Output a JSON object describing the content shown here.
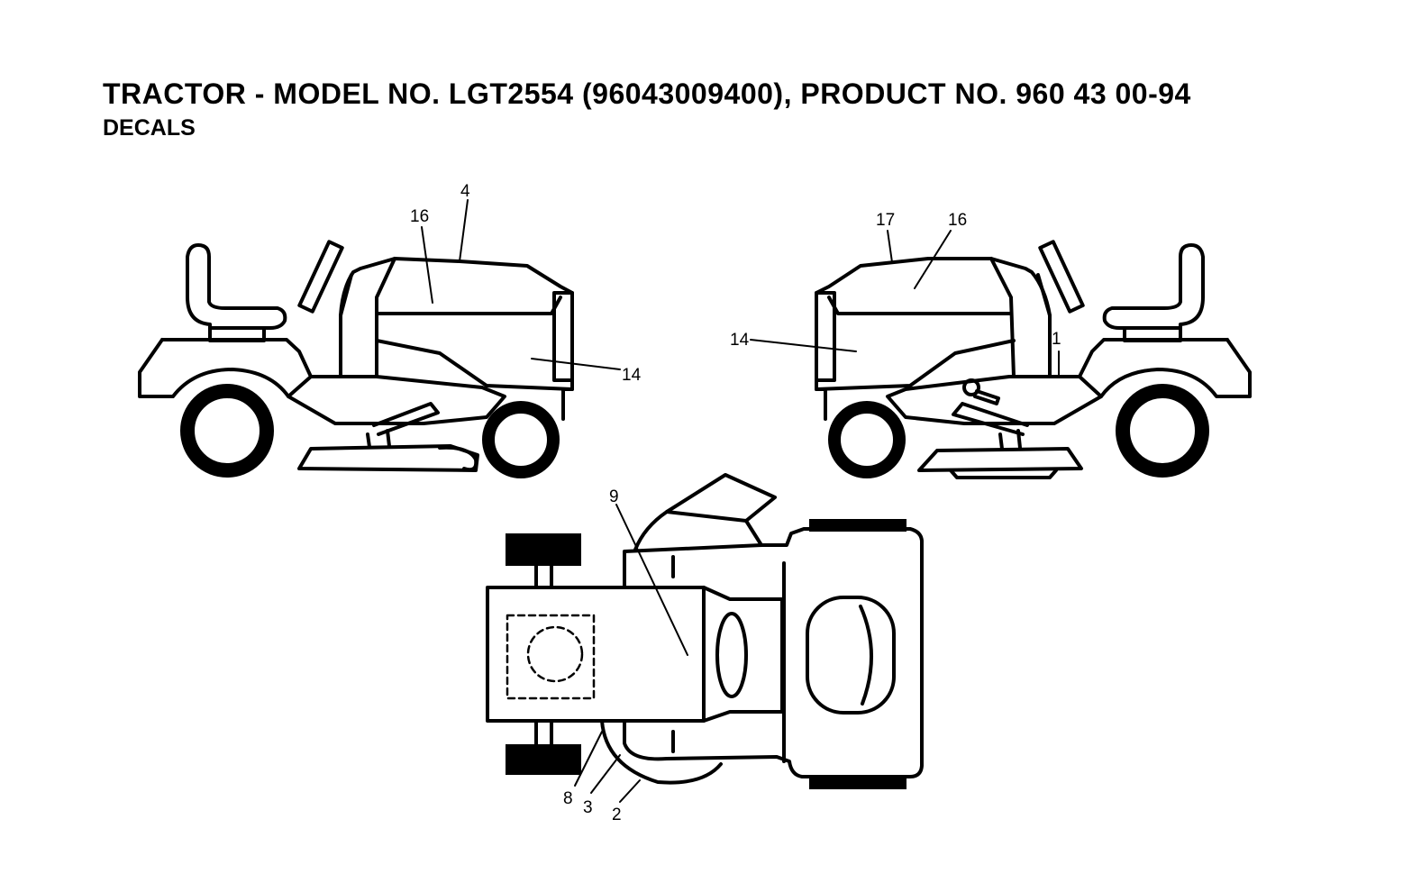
{
  "header": {
    "title": "TRACTOR - MODEL NO. LGT2554 (96043009400), PRODUCT NO. 960 43 00-94",
    "subtitle": "DECALS"
  },
  "callouts": {
    "left_view": [
      "4",
      "16",
      "14"
    ],
    "right_view": [
      "17",
      "16",
      "14",
      "1"
    ],
    "top_view": [
      "9",
      "8",
      "3",
      "2"
    ]
  }
}
